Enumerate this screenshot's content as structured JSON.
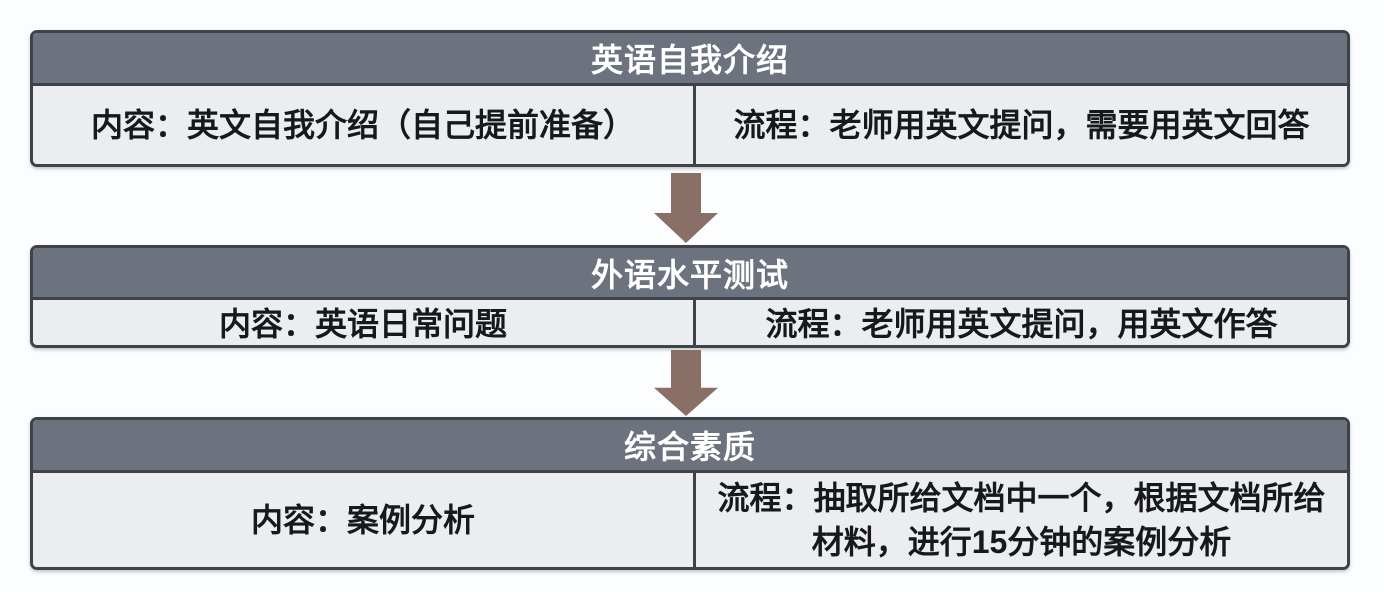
{
  "colors": {
    "header_bg": "#6c737f",
    "panel_border": "#3d424b",
    "body_bg": "#ebedee",
    "text": "#17181b",
    "arrow": "#8a6f66",
    "page_bg": "#fcfdfe"
  },
  "flowchart": {
    "steps": [
      {
        "title": "英语自我介绍",
        "content": "内容：英文自我介绍（自己提前准备）",
        "process": "流程：老师用英文提问，需要用英文回答"
      },
      {
        "title": "外语水平测试",
        "content": "内容：英语日常问题",
        "process": "流程：老师用英文提问，用英文作答"
      },
      {
        "title": "综合素质",
        "content": "内容：案例分析",
        "process": "流程：抽取所给文档中一个，根据文档所给材料，进行15分钟的案例分析"
      }
    ],
    "connector": "down-arrow"
  }
}
